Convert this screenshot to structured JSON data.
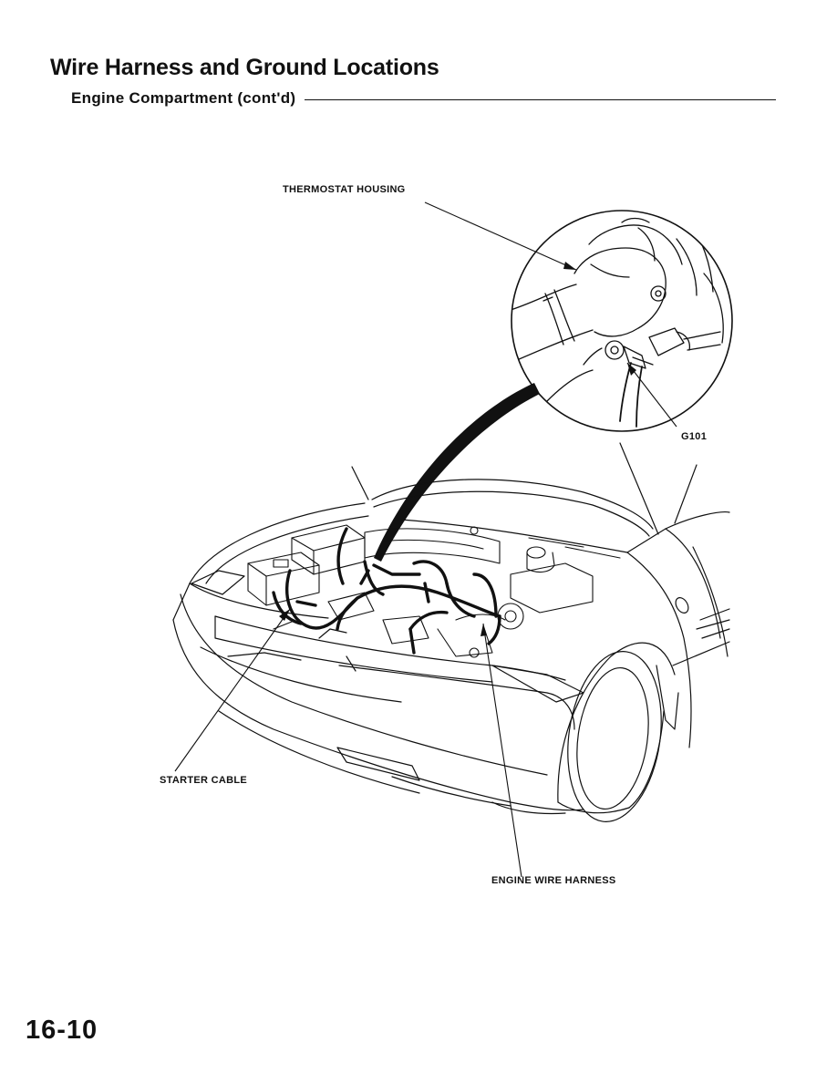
{
  "header": {
    "title": "Wire Harness and Ground Locations",
    "subtitle": "Engine Compartment (cont'd)"
  },
  "figure": {
    "callouts": {
      "thermostat_housing": "THERMOSTAT HOUSING",
      "ground_point": "G101",
      "starter_cable": "STARTER CABLE",
      "engine_wire_harness": "ENGINE WIRE HARNESS"
    }
  },
  "footer": {
    "page_number": "16-10"
  }
}
